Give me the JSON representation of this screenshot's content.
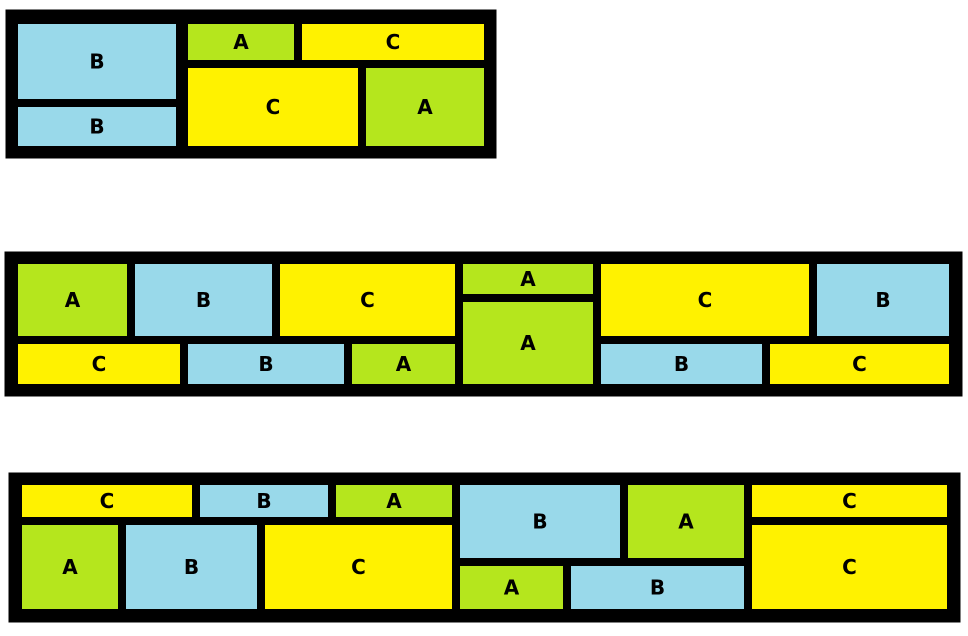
{
  "colors": {
    "A": "#b5e61d",
    "B": "#99d9ea",
    "C": "#fff200",
    "border": "#000000",
    "background": "#ffffff"
  },
  "diagrams": [
    {
      "id": "strip-1",
      "tiles": [
        {
          "id": "s1-t1",
          "label": "B"
        },
        {
          "id": "s1-t2",
          "label": "B"
        },
        {
          "id": "s1-t3",
          "label": "A"
        },
        {
          "id": "s1-t4",
          "label": "C"
        },
        {
          "id": "s1-t5",
          "label": "C"
        },
        {
          "id": "s1-t6",
          "label": "A"
        }
      ]
    },
    {
      "id": "strip-2",
      "tiles": [
        {
          "id": "s2-t1",
          "label": "A"
        },
        {
          "id": "s2-t2",
          "label": "B"
        },
        {
          "id": "s2-t3",
          "label": "C"
        },
        {
          "id": "s2-t4",
          "label": "A"
        },
        {
          "id": "s2-t5",
          "label": "C"
        },
        {
          "id": "s2-t6",
          "label": "B"
        },
        {
          "id": "s2-t7",
          "label": "C"
        },
        {
          "id": "s2-t8",
          "label": "B"
        },
        {
          "id": "s2-t9",
          "label": "A"
        },
        {
          "id": "s2-t10",
          "label": "A"
        },
        {
          "id": "s2-t11",
          "label": "B"
        },
        {
          "id": "s2-t12",
          "label": "C"
        }
      ]
    },
    {
      "id": "strip-3",
      "tiles": [
        {
          "id": "s3-t1",
          "label": "C"
        },
        {
          "id": "s3-t2",
          "label": "B"
        },
        {
          "id": "s3-t3",
          "label": "A"
        },
        {
          "id": "s3-t4",
          "label": "A"
        },
        {
          "id": "s3-t5",
          "label": "B"
        },
        {
          "id": "s3-t6",
          "label": "C"
        },
        {
          "id": "s3-t7",
          "label": "B"
        },
        {
          "id": "s3-t8",
          "label": "A"
        },
        {
          "id": "s3-t9",
          "label": "C"
        },
        {
          "id": "s3-t10",
          "label": "C"
        },
        {
          "id": "s3-t11",
          "label": "A"
        },
        {
          "id": "s3-t12",
          "label": "B"
        }
      ]
    }
  ]
}
